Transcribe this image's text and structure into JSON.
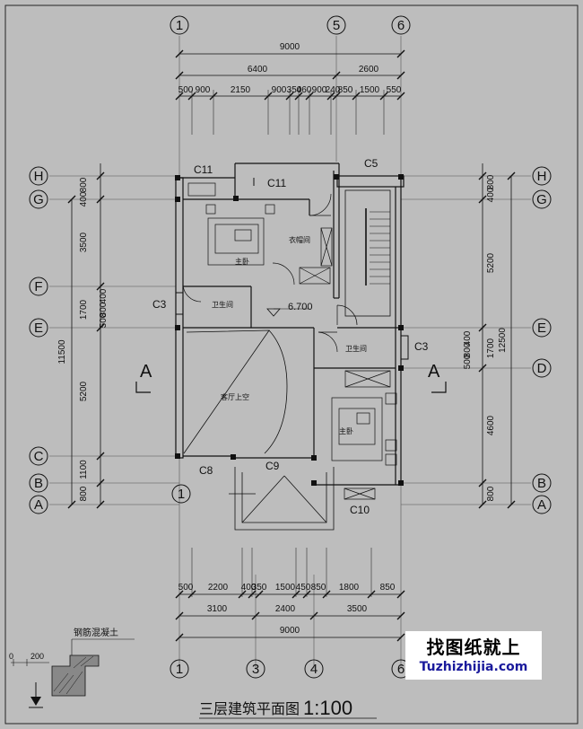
{
  "drawing": {
    "title": "三层建筑平面图",
    "scale": "1:100",
    "material_label": "钢筋混凝土",
    "elevation": "6.700",
    "section_mark": "A",
    "small_scale": {
      "zero": "0",
      "two_hundred": "200"
    }
  },
  "axes": {
    "top": [
      "1",
      "5",
      "6"
    ],
    "bottom": [
      "1",
      "3",
      "4",
      "6"
    ],
    "left": [
      "H",
      "G",
      "F",
      "E",
      "C",
      "B",
      "A"
    ],
    "right": [
      "H",
      "G",
      "E",
      "D",
      "B",
      "A"
    ],
    "interior_mark": "1"
  },
  "dims": {
    "top_total": "9000",
    "top_row2": [
      "6400",
      "2600"
    ],
    "top_row3": [
      "500",
      "900",
      "2150",
      "900",
      "350",
      "460",
      "900",
      "240",
      "850",
      "1500",
      "550"
    ],
    "bottom_row1": [
      "500",
      "2200",
      "400",
      "350",
      "1500",
      "450",
      "850",
      "1800",
      "850"
    ],
    "bottom_row2": [
      "3100",
      "2400",
      "3500"
    ],
    "bottom_total": "9000",
    "left_inner": [
      "800",
      "400",
      "3500",
      "1700",
      "500",
      "800",
      "400",
      "5200",
      "1100",
      "800"
    ],
    "left_total": "11500",
    "right_inner": [
      "800",
      "400",
      "5200",
      "500",
      "800",
      "400",
      "1700",
      "4600",
      "800"
    ],
    "right_total": "12500"
  },
  "windows": [
    "C11",
    "C11",
    "C5",
    "C3",
    "C3",
    "C8",
    "C9",
    "C10"
  ],
  "rooms": [
    "衣帽间",
    "主卧",
    "卫生间",
    "客厅上空",
    "卫生间",
    "主卧"
  ],
  "brand": {
    "title": "找图纸就上",
    "url": "Tuzhizhijia.com"
  }
}
